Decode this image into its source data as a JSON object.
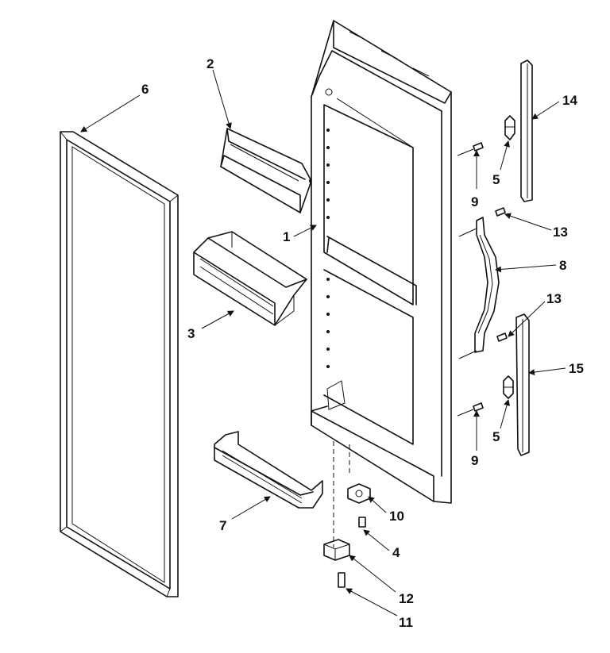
{
  "callouts": {
    "c1": "1",
    "c2": "2",
    "c3": "3",
    "c4": "4",
    "c5a": "5",
    "c5b": "5",
    "c6": "6",
    "c7": "7",
    "c8": "8",
    "c9a": "9",
    "c9b": "9",
    "c10": "10",
    "c11": "11",
    "c12": "12",
    "c13a": "13",
    "c13b": "13",
    "c14": "14",
    "c15": "15"
  }
}
